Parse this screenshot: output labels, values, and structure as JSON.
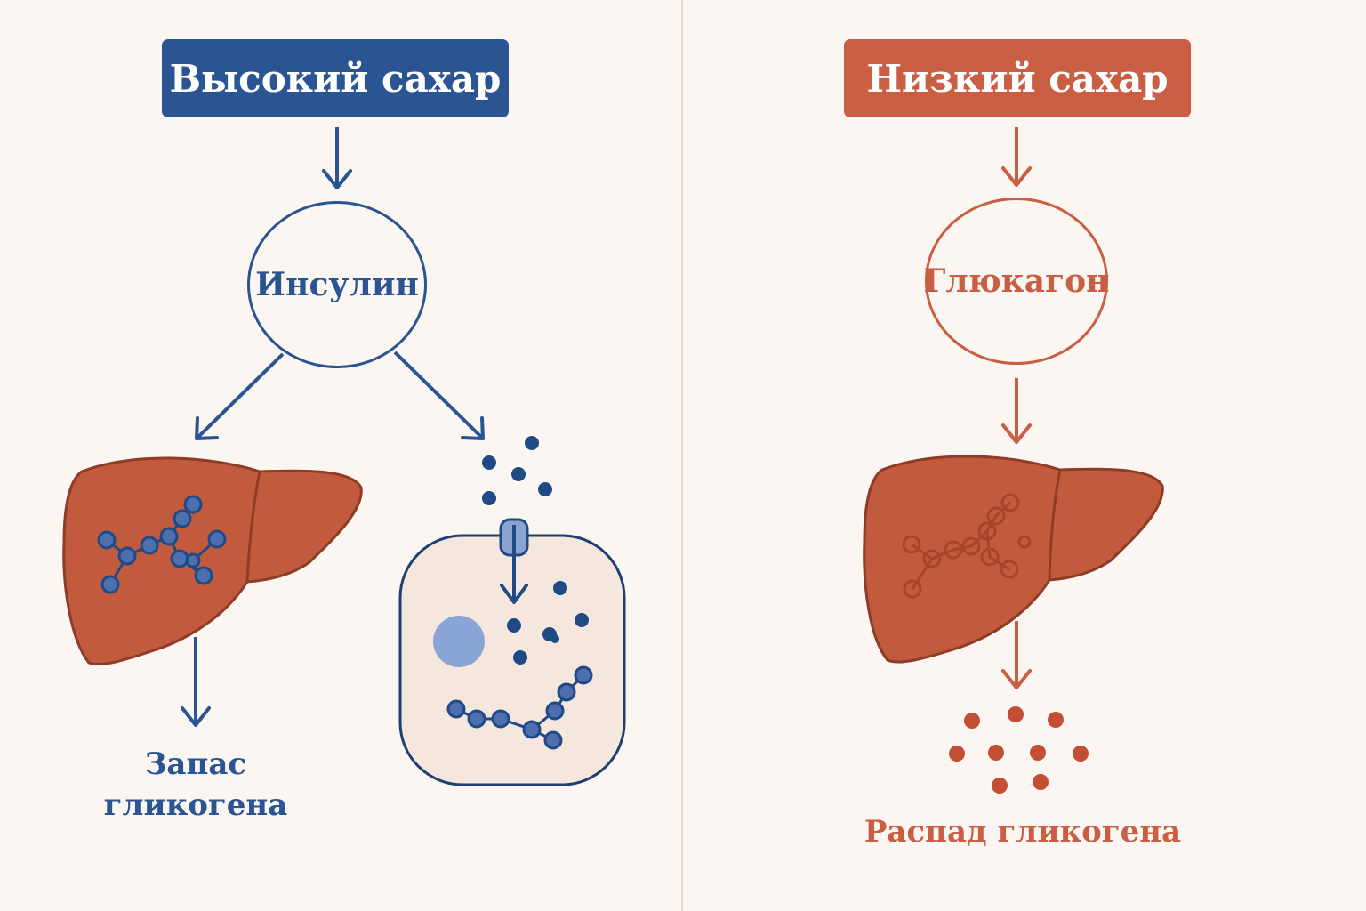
{
  "colors": {
    "insulin_blue": "#2a5592",
    "glucagon_orange": "#c95e43",
    "liver_fill": "#c25a3d",
    "liver_outline": "#8e3b27",
    "glucose_blue": "#1f4a85",
    "glucose_orange": "#b9472d",
    "cell_fill": "#f6e7de",
    "background": "#fbf6f1"
  },
  "left_panel": {
    "title": "Высокий сахар",
    "hormone": "Инсулин",
    "caption": "Запас гликогена"
  },
  "right_panel": {
    "title": "Низкий сахар",
    "hormone": "Глюкагон",
    "caption": "Распад гликогена"
  },
  "icons": [
    "arrow-down-icon",
    "liver-icon",
    "glycogen-chain-icon",
    "glucose-molecule-icon",
    "cell-icon",
    "membrane-channel-icon",
    "nucleus-icon"
  ]
}
